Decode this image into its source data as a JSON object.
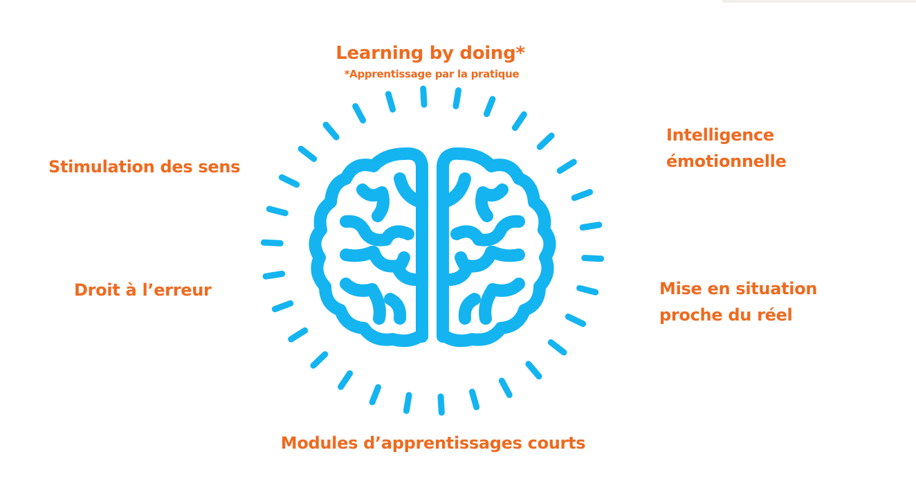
{
  "diagram": {
    "top_title": "Learning by doing*",
    "top_note": "*Apprentissage par la pratique",
    "left_top": "Stimulation des sens",
    "left_bottom": "Droit à l’erreur",
    "right_top_line1": "Intelligence",
    "right_top_line2": "émotionnelle",
    "right_bottom_line1": "Mise en situation",
    "right_bottom_line2": "proche du réel",
    "bottom": "Modules d’apprentissages courts"
  },
  "colors": {
    "text": "#ee6a1f",
    "brain": "#14b4f0",
    "background": "#ffffff"
  },
  "icons": {
    "central": "brain-icon",
    "rays": "radiating-lines"
  }
}
